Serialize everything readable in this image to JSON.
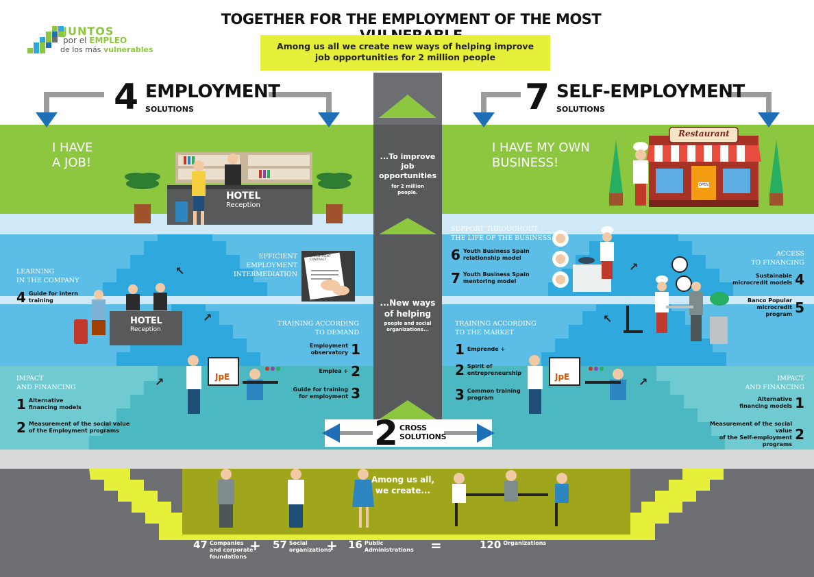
{
  "logo": {
    "line1": "JUNTOS",
    "line2_a": "por el",
    "line2_b": "EMPLEO",
    "line3_a": "de los más",
    "line3_b": "vulnerables"
  },
  "title": "TOGETHER FOR THE EMPLOYMENT OF THE MOST VULNERABLE",
  "banner": {
    "line1": "Among us all we create new ways of helping improve",
    "line2": "job opportunities for 2 million people"
  },
  "employment": {
    "number": "4",
    "word": "EMPLOYMENT",
    "sub": "SOLUTIONS",
    "hero_line1": "I HAVE",
    "hero_line2": "A JOB!",
    "hotel": "HOTEL",
    "reception": "Reception",
    "efficient_line1": "EFFICIENT EMPLOYMENT",
    "efficient_line2": "INTERMEDIATION",
    "contract_label": "EMPLOYMENT CONTRACT",
    "learning_line1": "LEARNING",
    "learning_line2": "IN THE COMPANY",
    "learning_item_num": "4",
    "learning_item_line1": "Guide for intern",
    "learning_item_line2": "training",
    "training_line1": "TRAINING ACCORDING",
    "training_line2": "TO DEMAND",
    "items": [
      {
        "num": "1",
        "line1": "Employment",
        "line2": "observatory"
      },
      {
        "num": "2",
        "line1": "Emplea +",
        "line2": ""
      },
      {
        "num": "3",
        "line1": "Guide for training",
        "line2": "for employment"
      }
    ],
    "impact_line1": "IMPACT",
    "impact_line2": "AND FINANCING",
    "impact_items": [
      {
        "num": "1",
        "line1": "Alternative",
        "line2": "financing models"
      },
      {
        "num": "2",
        "line1": "Measurement of the social value",
        "line2": "of the Employment programs"
      }
    ],
    "board_label": "JpE"
  },
  "self_employment": {
    "number": "7",
    "word": "SELF-EMPLOYMENT",
    "sub": "SOLUTIONS",
    "hero_line1": "I HAVE MY  OWN",
    "hero_line2": "BUSINESS!",
    "restaurant": "Restaurant",
    "open_sign": "OPEN",
    "support_line1": "SUPPORT THROUGHOUT",
    "support_line2": "THE LIFE OF THE BUSINESS",
    "support_items": [
      {
        "num": "6",
        "line1": "Youth Business Spain",
        "line2": "relationship model"
      },
      {
        "num": "7",
        "line1": "Youth Business Spain",
        "line2": "mentoring model"
      }
    ],
    "access_line1": "ACCESS",
    "access_line2": "TO FINANCING",
    "access_items": [
      {
        "num": "4",
        "line1": "Sustainable",
        "line2": "microcredit models",
        "line3": ""
      },
      {
        "num": "5",
        "line1": "Banco Popular",
        "line2": "microcredit",
        "line3": "program"
      }
    ],
    "training_line1": "TRAINING ACCORDING",
    "training_line2": "TO THE MARKET",
    "items": [
      {
        "num": "1",
        "line1": "Emprende +",
        "line2": ""
      },
      {
        "num": "2",
        "line1": "Spirit of",
        "line2": "entrepreneurship"
      },
      {
        "num": "3",
        "line1": "Common training",
        "line2": "program"
      }
    ],
    "impact_line1": "IMPACT",
    "impact_line2": "AND FINANCING",
    "impact_items": [
      {
        "num": "1",
        "line1": "Alternative",
        "line2": "financing models",
        "line3": ""
      },
      {
        "num": "2",
        "line1": "Measurement of the social value",
        "line2": "of the Self-employment",
        "line3": "programs"
      }
    ],
    "board_label": "JpE"
  },
  "column": {
    "top_line1": "...To improve job",
    "top_line2": "opportunities",
    "top_line3": "for 2 million",
    "top_line4": "people.",
    "mid_line1": "...New ways",
    "mid_line2": "of helping",
    "mid_line3": "people and social",
    "mid_line4": "organizations..."
  },
  "cross": {
    "number": "2",
    "line1": "CROSS",
    "line2": "SOLUTIONS"
  },
  "bottom": {
    "center_line1": "Among us all,",
    "center_line2": "we create...",
    "stats": [
      {
        "num": "47",
        "line1": "Companies",
        "line2": "and corporate",
        "line3": "foundations"
      },
      {
        "num": "57",
        "line1": "Social",
        "line2": "organizations",
        "line3": ""
      },
      {
        "num": "16",
        "line1": "Public",
        "line2": "Administrations",
        "line3": ""
      },
      {
        "num": "120",
        "line1": "Organizations",
        "line2": "",
        "line3": ""
      }
    ],
    "plus": "+",
    "equals": "="
  },
  "colors": {
    "green": "#8dc63f",
    "yellow": "#e6ef3a",
    "blue_light": "#bfe4f4",
    "blue": "#2fa8de",
    "blue_dark": "#1a8fc8",
    "teal": "#4bb8c2",
    "gray_dark": "#6d6e71",
    "olive": "#9fa61c",
    "arrow_blue": "#1f6fb7"
  }
}
